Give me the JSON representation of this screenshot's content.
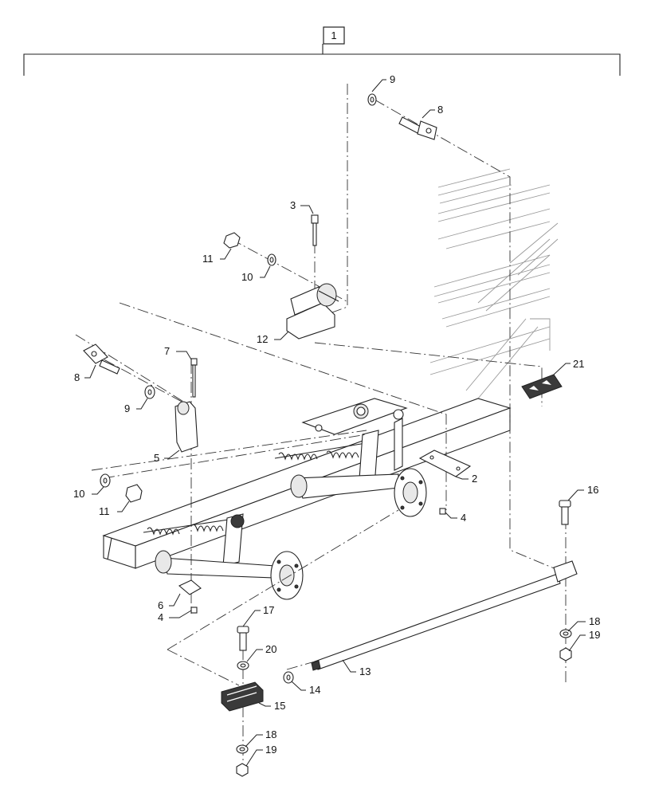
{
  "assembly_label": "1",
  "callouts": [
    {
      "id": "c9a",
      "text": "9"
    },
    {
      "id": "c8a",
      "text": "8"
    },
    {
      "id": "c3",
      "text": "3"
    },
    {
      "id": "c11a",
      "text": "11"
    },
    {
      "id": "c10a",
      "text": "10"
    },
    {
      "id": "c12",
      "text": "12"
    },
    {
      "id": "c7",
      "text": "7"
    },
    {
      "id": "c8b",
      "text": "8"
    },
    {
      "id": "c9b",
      "text": "9"
    },
    {
      "id": "c5",
      "text": "5"
    },
    {
      "id": "c10b",
      "text": "10"
    },
    {
      "id": "c11b",
      "text": "11"
    },
    {
      "id": "c2",
      "text": "2"
    },
    {
      "id": "c4a",
      "text": "4"
    },
    {
      "id": "c21",
      "text": "21"
    },
    {
      "id": "c16",
      "text": "16"
    },
    {
      "id": "c6",
      "text": "6"
    },
    {
      "id": "c4b",
      "text": "4"
    },
    {
      "id": "c17",
      "text": "17"
    },
    {
      "id": "c20",
      "text": "20"
    },
    {
      "id": "c13",
      "text": "13"
    },
    {
      "id": "c14",
      "text": "14"
    },
    {
      "id": "c15",
      "text": "15"
    },
    {
      "id": "c18a",
      "text": "18"
    },
    {
      "id": "c19a",
      "text": "19"
    },
    {
      "id": "c18b",
      "text": "18"
    },
    {
      "id": "c19b",
      "text": "19"
    }
  ]
}
